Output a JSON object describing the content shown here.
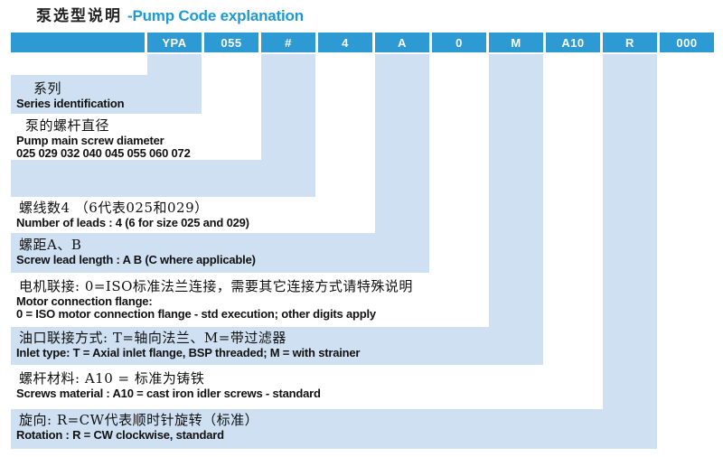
{
  "title": {
    "zh": "泵选型说明",
    "en": "-Pump Code explanation"
  },
  "header": {
    "segments": [
      "",
      "YPA",
      "055",
      "#",
      "4",
      "A",
      "0",
      "M",
      "A10",
      "R",
      "000"
    ]
  },
  "rows": [
    {
      "code": "YPA",
      "zh": "系列",
      "en": "Series identification"
    },
    {
      "code": "055",
      "zh": "泵的螺杆直径",
      "en": "Pump main screw diameter",
      "extra": "025 029 032 040 045 055 060 072"
    },
    {
      "code": "#",
      "zh": "",
      "en": ""
    },
    {
      "code": "4",
      "zh": "螺线数4 （6代表025和029）",
      "en": "Number of leads : 4 (6 for size 025 and 029)"
    },
    {
      "code": "A",
      "zh": "螺距A、B",
      "en": "Screw lead length : A B (C where applicable)"
    },
    {
      "code": "0",
      "zh": "电机联接: 0=ISO标准法兰连接，需要其它连接方式请特殊说明",
      "en": "Motor connection flange:",
      "extra": "0 = ISO motor connection flange - std execution; other digits apply"
    },
    {
      "code": "M",
      "zh": "油口联接方式: T=轴向法兰、M=带过滤器",
      "en": "Inlet type: T = Axial inlet flange, BSP threaded; M = with strainer"
    },
    {
      "code": "A10",
      "zh": "螺杆材料: A10 = 标准为铸铁",
      "en": "Screws material : A10 = cast iron idler screws - standard"
    },
    {
      "code": "R",
      "zh": "旋向: R=CW代表顺时针旋转（标准）",
      "en": "Rotation : R = CW clockwise, standard"
    }
  ],
  "colors": {
    "header_blue": "#2e9ad3",
    "band_light_blue": "#cee0f2",
    "title_blue": "#1d9ad6",
    "text": "#111111",
    "background": "#ffffff"
  }
}
